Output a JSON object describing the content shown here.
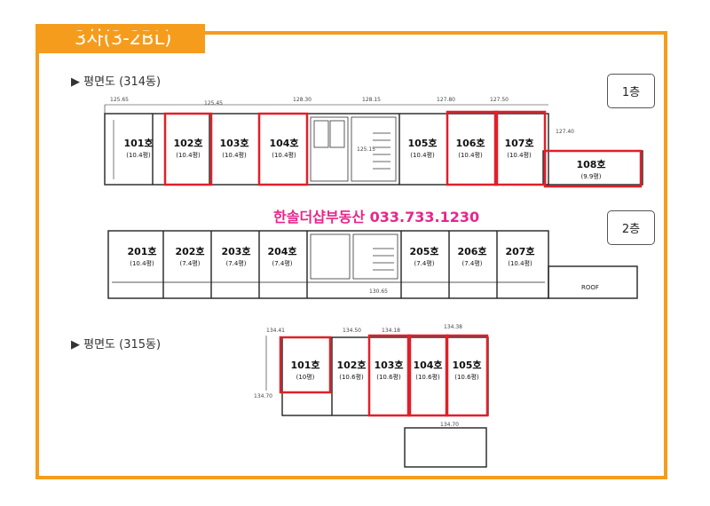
{
  "header": {
    "tab_label": "3차(3-2BL)"
  },
  "sections": [
    {
      "label": "▶  평면도 (314동)"
    },
    {
      "label": "▶  평면도 (315동)"
    }
  ],
  "floors": {
    "first": "1층",
    "second": "2층"
  },
  "banner": "한솔더샵부동산  033.733.1230",
  "roof_label": "ROOF",
  "building_314_floor1": [
    {
      "no": "101호",
      "size": "(10.4평)",
      "highlighted": false
    },
    {
      "no": "102호",
      "size": "(10.4평)",
      "highlighted": true
    },
    {
      "no": "103호",
      "size": "(10.4평)",
      "highlighted": false
    },
    {
      "no": "104호",
      "size": "(10.4평)",
      "highlighted": true
    },
    {
      "no": "105호",
      "size": "(10.4평)",
      "highlighted": false
    },
    {
      "no": "106호",
      "size": "(10.4평)",
      "highlighted": true
    },
    {
      "no": "107호",
      "size": "(10.4평)",
      "highlighted": true
    },
    {
      "no": "108호",
      "size": "(9.9평)",
      "highlighted": true
    }
  ],
  "building_314_floor2": [
    {
      "no": "201호",
      "size": "(10.4평)"
    },
    {
      "no": "202호",
      "size": "(7.4평)"
    },
    {
      "no": "203호",
      "size": "(7.4평)"
    },
    {
      "no": "204호",
      "size": "(7.4평)"
    },
    {
      "no": "205호",
      "size": "(7.4평)"
    },
    {
      "no": "206호",
      "size": "(7.4평)"
    },
    {
      "no": "207호",
      "size": "(10.4평)"
    }
  ],
  "building_315_floor1": [
    {
      "no": "101호",
      "size": "(10평)",
      "highlighted": true
    },
    {
      "no": "102호",
      "size": "(10.6평)",
      "highlighted": false
    },
    {
      "no": "103호",
      "size": "(10.6평)",
      "highlighted": true
    },
    {
      "no": "104호",
      "size": "(10.6평)",
      "highlighted": true
    },
    {
      "no": "105호",
      "size": "(10.6평)",
      "highlighted": true
    }
  ],
  "elevations": [
    "125.65",
    "125.45",
    "128.30",
    "128.15",
    "127.80",
    "127.50",
    "127.40",
    "125.15",
    "130.65",
    "134.41",
    "134.50",
    "134.18",
    "134.38",
    "134.70",
    "134.70"
  ],
  "colors": {
    "accent": "#f59c1d",
    "highlight": "#e0202a",
    "banner": "#e8268a",
    "line": "#222222"
  }
}
